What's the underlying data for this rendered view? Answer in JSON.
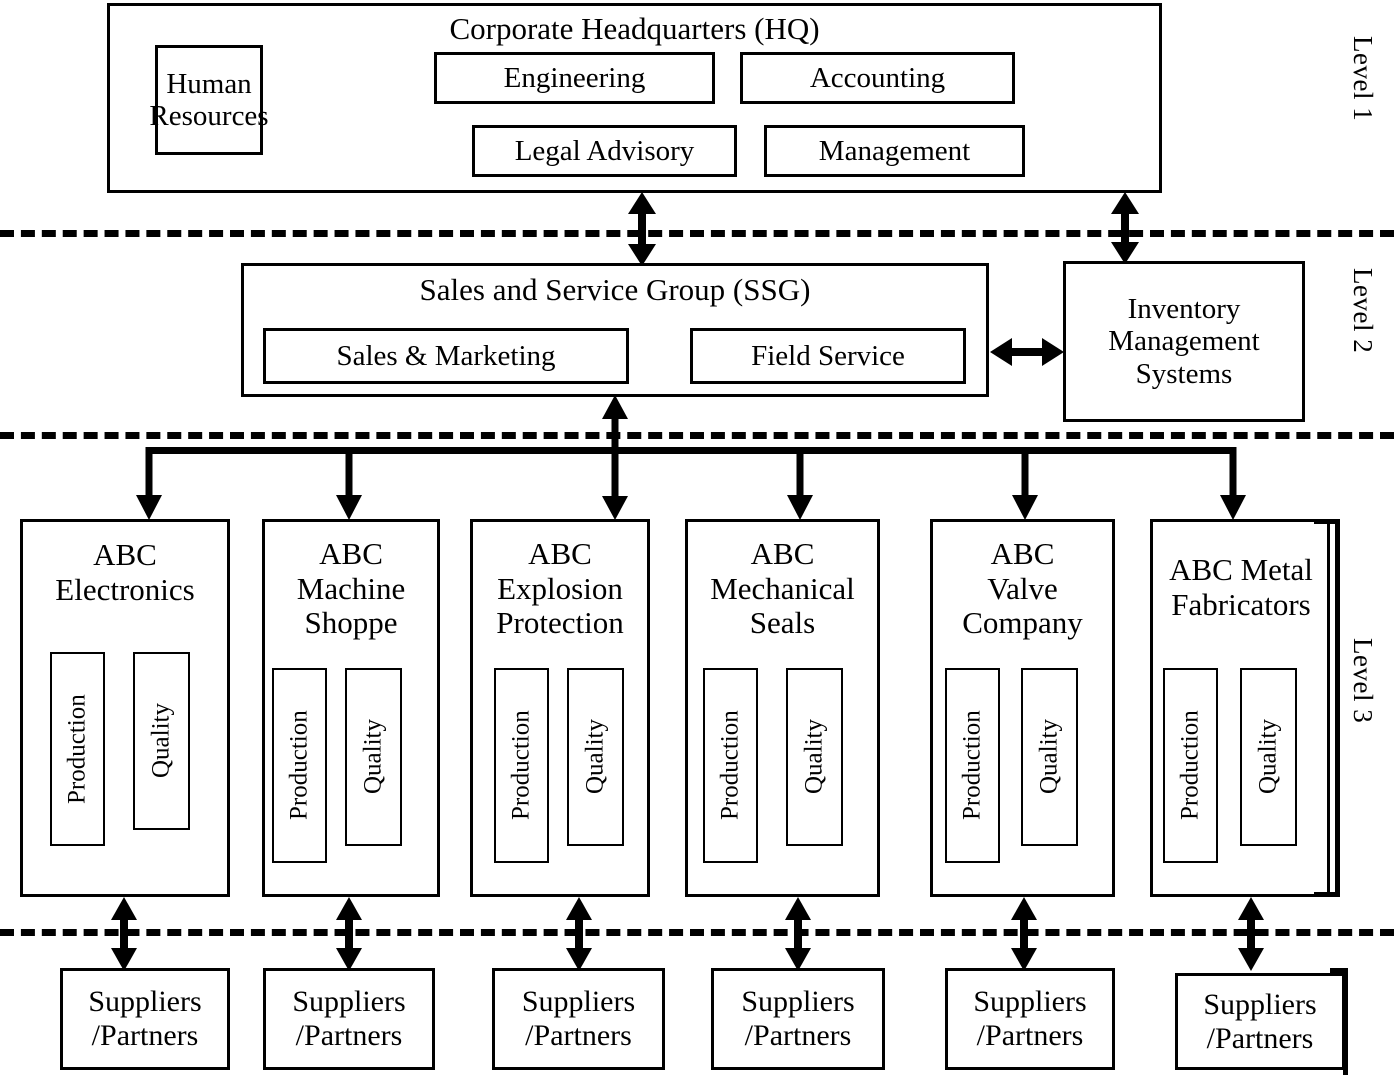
{
  "diagram": {
    "title": "ABC Corporation multi-level organizational structure",
    "levels": [
      {
        "id": "level-1",
        "label": "Level 1"
      },
      {
        "id": "level-2",
        "label": "Level 2"
      },
      {
        "id": "level-3",
        "label": "Level 3"
      }
    ],
    "level1": {
      "container_label": "Corporate Headquarters (HQ)",
      "departments": [
        {
          "id": "human-resources",
          "label": "Human\nResources"
        },
        {
          "id": "engineering",
          "label": "Engineering"
        },
        {
          "id": "accounting",
          "label": "Accounting"
        },
        {
          "id": "legal-advisory",
          "label": "Legal Advisory"
        },
        {
          "id": "management",
          "label": "Management"
        }
      ]
    },
    "level2": {
      "container_label": "Sales and Service Group (SSG)",
      "departments": [
        {
          "id": "sales-marketing",
          "label": "Sales & Marketing"
        },
        {
          "id": "field-service",
          "label": "Field Service"
        }
      ],
      "side_unit": {
        "id": "inventory-management-systems",
        "label": "Inventory\nManagement\nSystems"
      }
    },
    "level3": {
      "sub_unit_labels": {
        "production": "Production",
        "quality": "Quality"
      },
      "units": [
        {
          "id": "abc-electronics",
          "label": "ABC\nElectronics"
        },
        {
          "id": "abc-machine-shoppe",
          "label": "ABC\nMachine\nShoppe"
        },
        {
          "id": "abc-explosion-protection",
          "label": "ABC\nExplosion\nProtection"
        },
        {
          "id": "abc-mechanical-seals",
          "label": "ABC\nMechanical\nSeals"
        },
        {
          "id": "abc-valve-company",
          "label": "ABC\nValve\nCompany"
        },
        {
          "id": "abc-metal-fabricators",
          "label": "ABC Metal\nFabricators"
        }
      ]
    },
    "suppliers_row": {
      "items": [
        {
          "id": "suppliers-partners-1",
          "label": "Suppliers\n/Partners"
        },
        {
          "id": "suppliers-partners-2",
          "label": "Suppliers\n/Partners"
        },
        {
          "id": "suppliers-partners-3",
          "label": "Suppliers\n/Partners"
        },
        {
          "id": "suppliers-partners-4",
          "label": "Suppliers\n/Partners"
        },
        {
          "id": "suppliers-partners-5",
          "label": "Suppliers\n/Partners"
        },
        {
          "id": "suppliers-partners-6",
          "label": "Suppliers\n/Partners"
        }
      ]
    },
    "colors": {
      "line": "#000000",
      "background": "#ffffff"
    }
  }
}
